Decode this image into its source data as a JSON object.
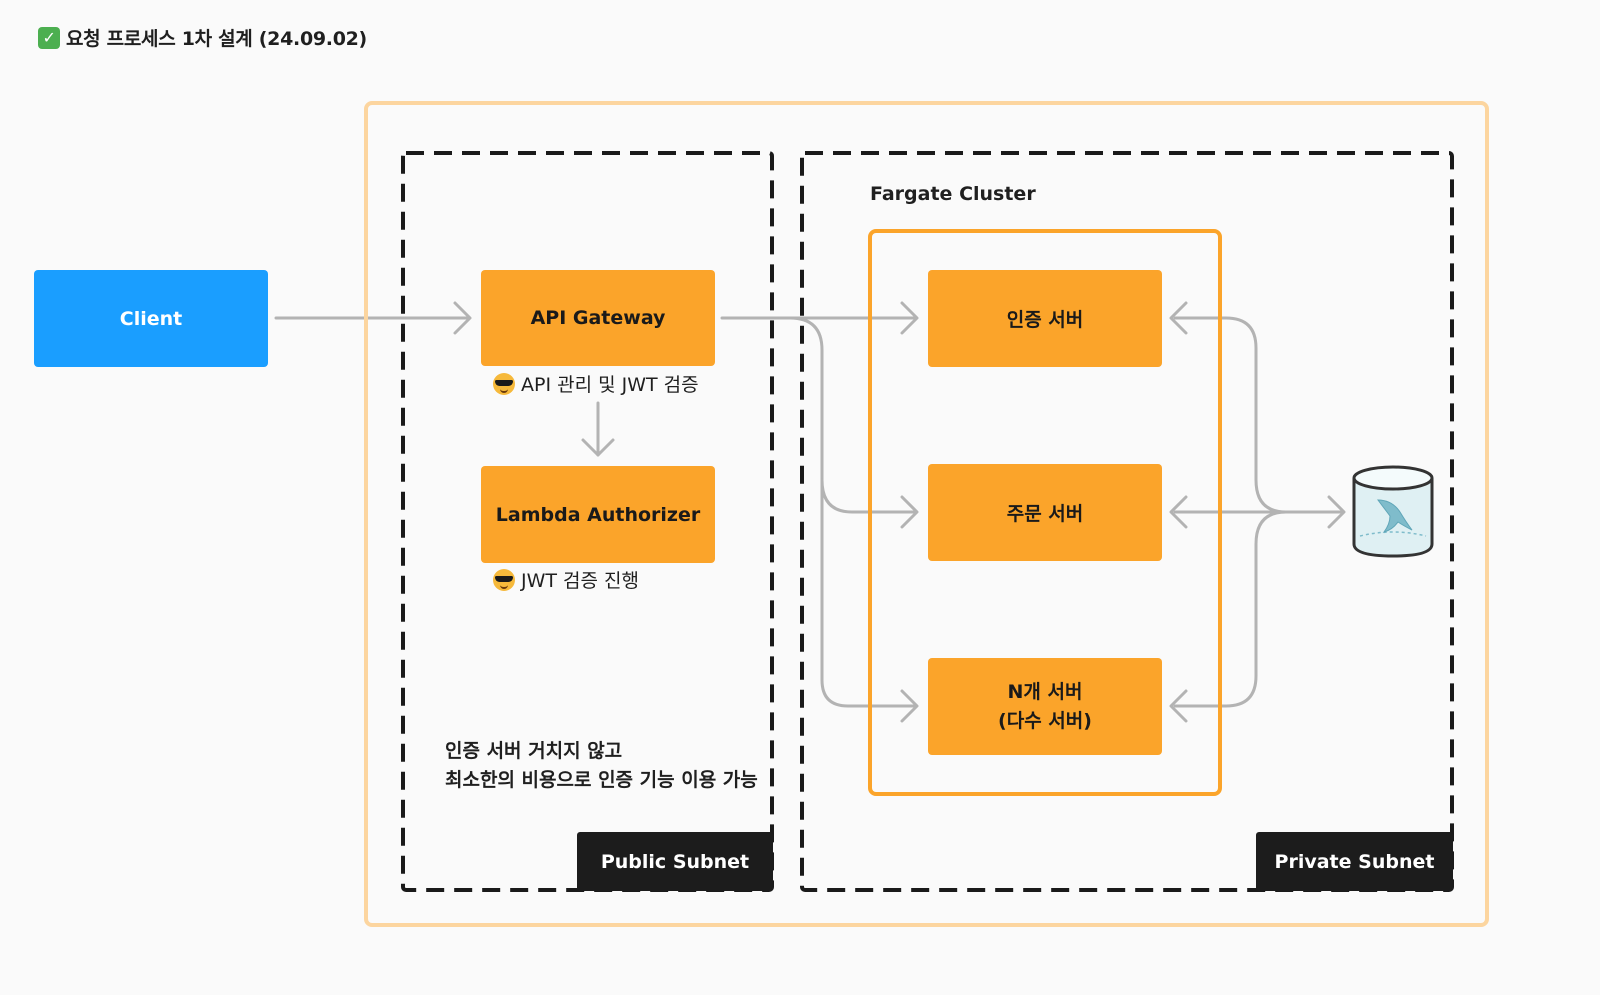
{
  "title": {
    "text": "요청 프로세스 1차 설계 (24.09.02)",
    "icon": "check-mark-icon"
  },
  "nodes": {
    "client": "Client",
    "api_gateway": "API Gateway",
    "lambda_authorizer": "Lambda Authorizer",
    "auth_server": "인증 서버",
    "order_server": "주문 서버",
    "n_server_line1": "N개 서버",
    "n_server_line2": "(다수 서버)",
    "database_icon": "mysql-database-icon"
  },
  "captions": {
    "api_gateway": "API 관리 및 JWT 검증",
    "lambda": "JWT 검증 진행",
    "emoji": "sunglasses-emoji-icon"
  },
  "note": {
    "line1": "인증 서버 거치지 않고",
    "line2": "최소한의 비용으로 인증 기능 이용 가능"
  },
  "groups": {
    "fargate_cluster": "Fargate Cluster",
    "public_subnet": "Public Subnet",
    "private_subnet": "Private Subnet"
  },
  "colors": {
    "client": "#1a9eff",
    "service": "#fba42a",
    "vpc_border": "#fcd59f",
    "arrow": "#b3b3b3",
    "subnet_tag": "#1c1c1c"
  }
}
